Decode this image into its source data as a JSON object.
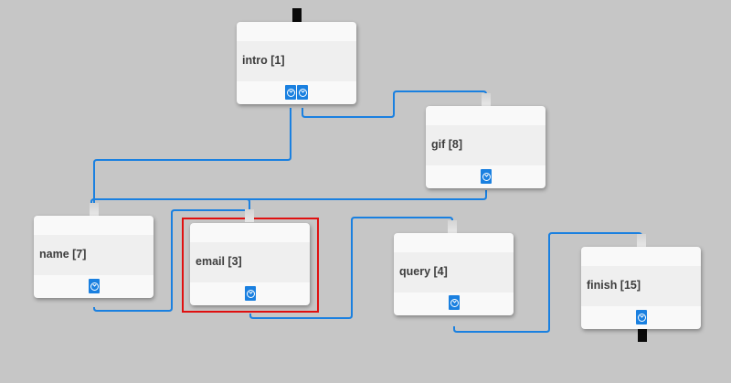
{
  "colors": {
    "canvas": "#c6c6c6",
    "wire": "#1a80e0",
    "node": "#f9f9f9",
    "selection": "#e01010",
    "terminal": "#0a0a0a"
  },
  "icons": {
    "output_port": "chevron-down-circle-icon"
  },
  "nodes": {
    "intro": {
      "label": "intro [1]",
      "selected": false
    },
    "gif": {
      "label": "gif [8]",
      "selected": false
    },
    "name": {
      "label": "name [7]",
      "selected": false
    },
    "email": {
      "label": "email [3]",
      "selected": true
    },
    "query": {
      "label": "query [4]",
      "selected": false
    },
    "finish": {
      "label": "finish [15]",
      "selected": false
    }
  },
  "connections": [
    {
      "from": "intro",
      "port": 1,
      "to": "name"
    },
    {
      "from": "intro",
      "port": 2,
      "to": "gif"
    },
    {
      "from": "gif",
      "port": 1,
      "to": "email"
    },
    {
      "from": "name",
      "port": 1,
      "to": "email"
    },
    {
      "from": "email",
      "port": 1,
      "to": "query"
    },
    {
      "from": "query",
      "port": 1,
      "to": "finish"
    }
  ]
}
